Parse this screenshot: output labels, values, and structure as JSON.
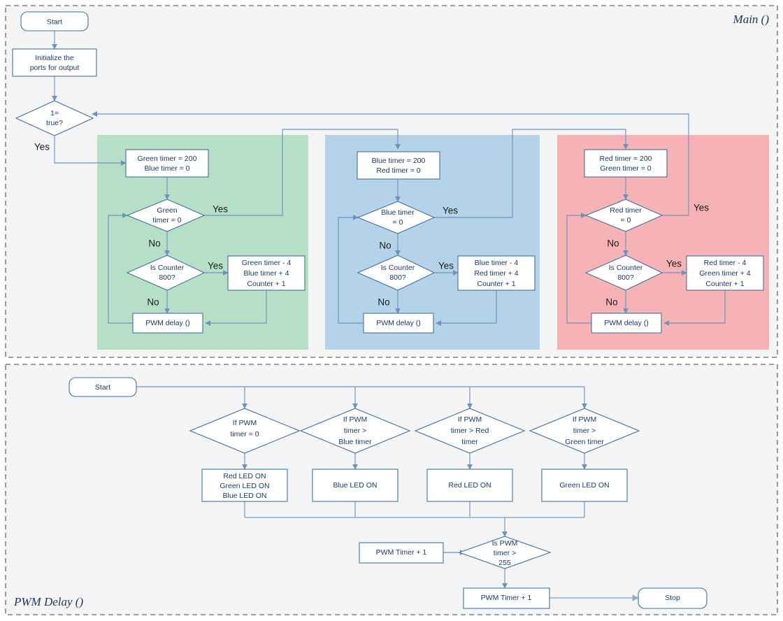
{
  "diagram": {
    "title_main": "Main ()",
    "title_pwm": "PWM Delay ()",
    "colors": {
      "green_panel": "#b6e0c6",
      "blue_panel": "#b4d3e8",
      "red_panel": "#f7b2b6",
      "region_bg": "#f4f4f4",
      "connector": "#6b93c0",
      "node_stroke": "#41719c",
      "node_text": "#17375e"
    },
    "labels": {
      "yes": "Yes",
      "no": "No"
    }
  },
  "main": {
    "start": "Start",
    "init_line1": "Initialize  the",
    "init_line2": "ports for output",
    "loop_cond_line1": "1=",
    "loop_cond_line2": "true?",
    "loop_yes": "Yes",
    "green_branch": {
      "set_line1": "Green timer = 200",
      "set_line2": "Blue timer = 0",
      "cond_line1": "Green",
      "cond_line2": "timer = 0",
      "cond_yes": "Yes",
      "cond_no": "No",
      "counter_line1": "Is Counter",
      "counter_line2": "800?",
      "counter_yes": "Yes",
      "counter_no": "No",
      "adjust_line1": "Green timer - 4",
      "adjust_line2": "Blue timer + 4",
      "adjust_line3": "Counter + 1",
      "delay": "PWM delay ()"
    },
    "blue_branch": {
      "set_line1": "Blue timer = 200",
      "set_line2": "Red timer = 0",
      "cond_line1": "Blue timer",
      "cond_line2": "= 0",
      "cond_yes": "Yes",
      "cond_no": "No",
      "counter_line1": "Is Counter",
      "counter_line2": "800?",
      "counter_yes": "Yes",
      "counter_no": "No",
      "adjust_line1": "Blue timer - 4",
      "adjust_line2": "Red timer + 4",
      "adjust_line3": "Counter + 1",
      "delay": "PWM delay ()"
    },
    "red_branch": {
      "set_line1": "Red timer = 200",
      "set_line2": "Green timer = 0",
      "cond_line1": "Red timer",
      "cond_line2": "= 0",
      "cond_yes": "Yes",
      "cond_no": "No",
      "counter_line1": "Is Counter",
      "counter_line2": "800?",
      "counter_yes": "Yes",
      "counter_no": "No",
      "adjust_line1": "Red timer - 4",
      "adjust_line2": "Green timer + 4",
      "adjust_line3": "Counter + 1",
      "delay": "PWM delay ()"
    }
  },
  "pwm": {
    "start": "Start",
    "branches": [
      {
        "cond_line1": "If PWM",
        "cond_line2": "timer = 0",
        "cond_line3": "",
        "action_line1": "Red LED ON",
        "action_line2": "Green LED ON",
        "action_line3": "Blue LED ON"
      },
      {
        "cond_line1": "If PWM",
        "cond_line2": "timer >",
        "cond_line3": "Blue timer",
        "action_line1": "Blue LED ON",
        "action_line2": "",
        "action_line3": ""
      },
      {
        "cond_line1": "If PWM",
        "cond_line2": "timer > Red",
        "cond_line3": "timer",
        "action_line1": "Red LED ON",
        "action_line2": "",
        "action_line3": ""
      },
      {
        "cond_line1": "If PWM",
        "cond_line2": "timer >",
        "cond_line3": "Green timer",
        "action_line1": "Green LED ON",
        "action_line2": "",
        "action_line3": ""
      }
    ],
    "increment_left": "PWM Timer + 1",
    "check_line1": "Is PWM",
    "check_line2": "timer >",
    "check_line3": "255",
    "increment_bottom": "PWM Timer + 1",
    "stop": "Stop"
  }
}
